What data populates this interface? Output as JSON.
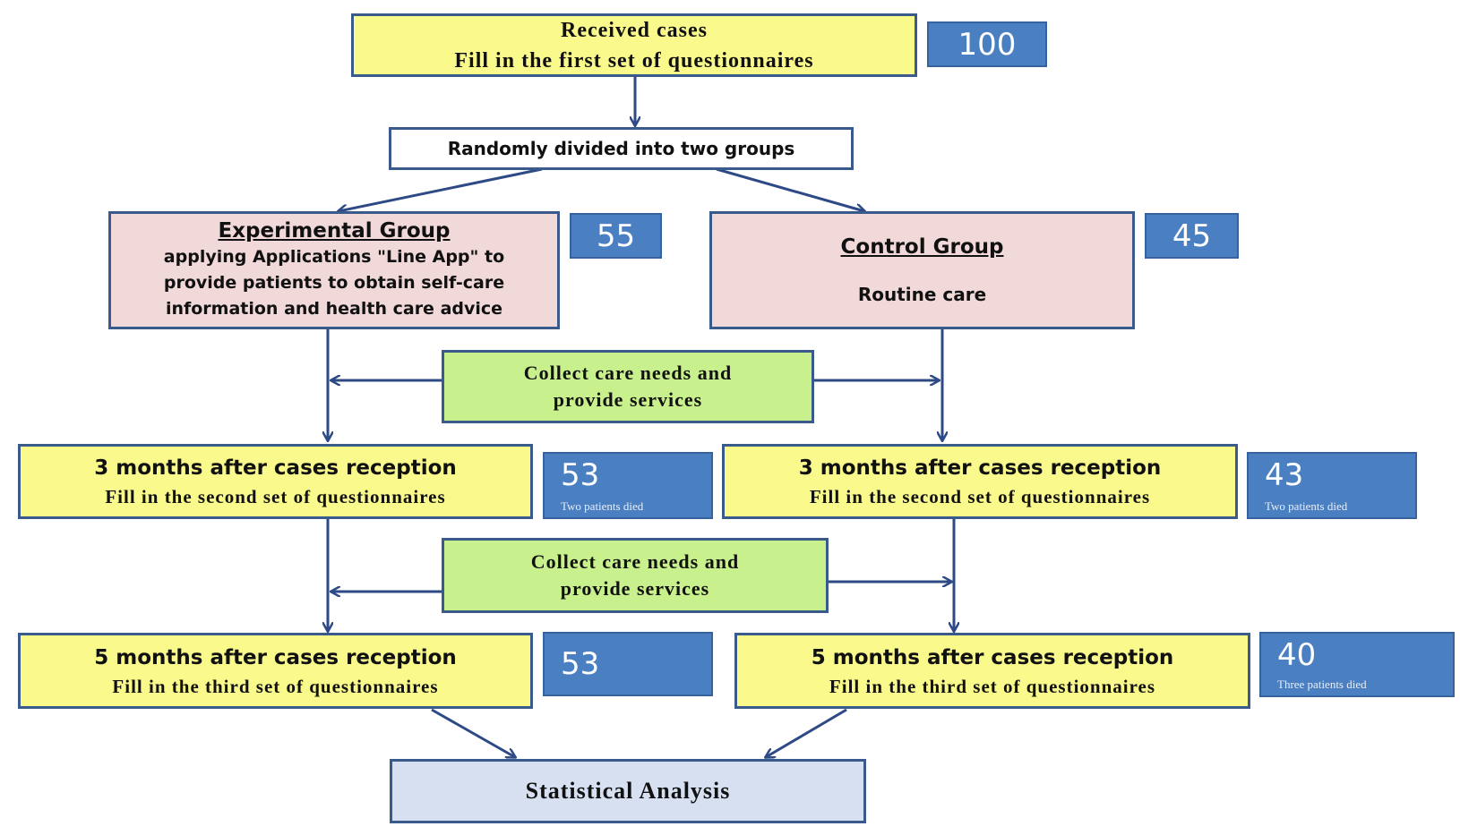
{
  "received": {
    "title": "Received cases",
    "sub": "Fill in the first set  of questionnaires",
    "count": "100"
  },
  "randomize": {
    "label": "Randomly divided into two groups"
  },
  "experimental": {
    "title": "Experimental Group",
    "lines": [
      "applying Applications \"Line App\" to",
      "provide patients to obtain self-care",
      "information and health care advice"
    ],
    "count": "55"
  },
  "control": {
    "title": "Control Group",
    "sub": "Routine care",
    "count": "45"
  },
  "collect1": {
    "lines": [
      "Collect care needs and",
      "provide services"
    ]
  },
  "collect2": {
    "lines": [
      "Collect care needs and",
      "provide services"
    ]
  },
  "exp_3m": {
    "title": "3 months after cases reception",
    "sub": "Fill in the second  set of questionnaires",
    "count": "53",
    "note": "Two patients died"
  },
  "ctl_3m": {
    "title": "3 months after cases reception",
    "sub": "Fill in the second  set of questionnaires",
    "count": "43",
    "note": "Two patients died"
  },
  "exp_5m": {
    "title": "5 months after cases reception",
    "sub": "Fill in the third  set of questionnaires",
    "count": "53"
  },
  "ctl_5m": {
    "title": "5 months after cases reception",
    "sub": "Fill in the third  set of questionnaires",
    "count": "40",
    "note": "Three patients died"
  },
  "analysis": {
    "label": "Statistical Analysis"
  },
  "colors": {
    "arrow": "#2e4a86",
    "border": "#3a5a8c",
    "yellow": "#fafa8c",
    "pink": "#f2d9d9",
    "green": "#c8f08c",
    "blue_badge": "#4a7fc1",
    "analysis": "#d6e0f0"
  }
}
